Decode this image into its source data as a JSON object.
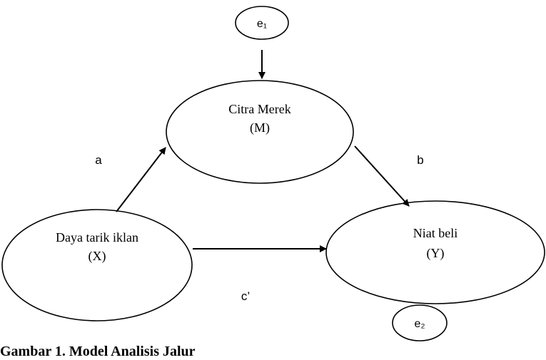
{
  "diagram": {
    "nodes": {
      "e1": {
        "label": "e₁"
      },
      "m": {
        "title": "Citra Merek",
        "symbol": "(M)"
      },
      "x": {
        "title": "Daya tarik iklan",
        "symbol": "(X)"
      },
      "y": {
        "title": "Niat beli",
        "symbol": "(Y)"
      },
      "e2": {
        "label": "e₂"
      }
    },
    "edges": {
      "a": "a",
      "b": "b",
      "c": "c’"
    }
  },
  "caption": "Gambar 1. Model Analisis Jalur"
}
